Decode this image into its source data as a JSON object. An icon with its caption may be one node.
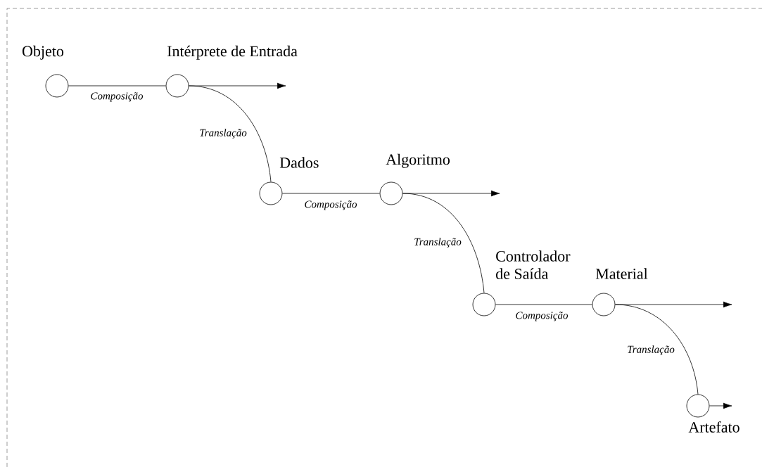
{
  "diagram": {
    "nodes": [
      {
        "text": [
          "Objeto"
        ]
      },
      {
        "text": [
          "Intérprete de Entrada"
        ]
      },
      {
        "text": [
          "Dados"
        ]
      },
      {
        "text": [
          "Algoritmo"
        ]
      },
      {
        "text": [
          "Controlador de Saída"
        ]
      },
      {
        "text": [
          "Material"
        ]
      },
      {
        "text": [
          "Artefato"
        ]
      }
    ],
    "edges": [
      {
        "from": 0,
        "to": 1,
        "arrow": "none",
        "label": "Composição"
      },
      {
        "from": 1,
        "to": 2,
        "arrow": "none",
        "label": "Translação"
      },
      {
        "from": 1,
        "to": null,
        "arrow": "to"
      },
      {
        "from": 2,
        "to": 3,
        "arrow": "none",
        "label": "Composição"
      },
      {
        "from": 3,
        "to": 4,
        "arrow": "none",
        "label": "Translação"
      },
      {
        "from": 3,
        "to": null,
        "arrow": "to"
      },
      {
        "from": 4,
        "to": 5,
        "arrow": "none",
        "label": "Composição"
      },
      {
        "from": 5,
        "to": 6,
        "arrow": "none",
        "label": "Translação"
      },
      {
        "from": 5,
        "to": null,
        "arrow": "to"
      },
      {
        "from": 6,
        "to": null,
        "arrow": "to"
      }
    ]
  }
}
